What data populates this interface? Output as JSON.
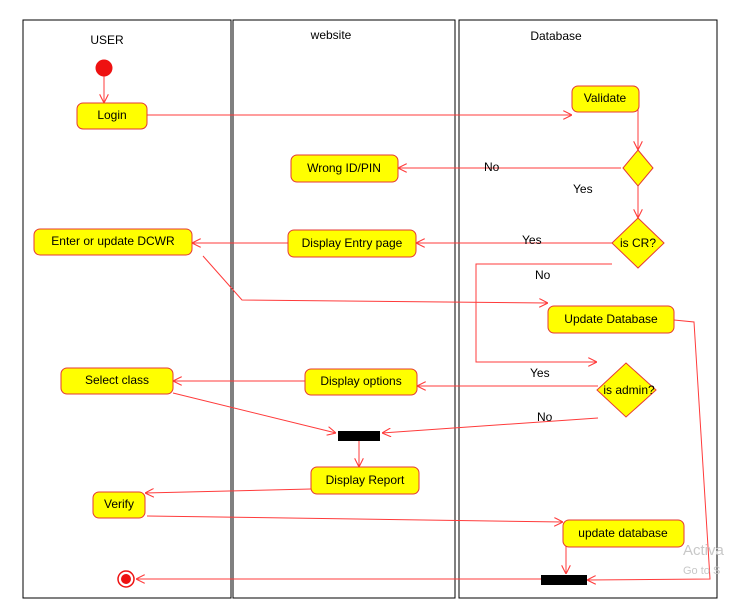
{
  "colors": {
    "node_fill": "#ffff00",
    "node_border": "#e53935",
    "edge": "#ff3b3b",
    "initial_node": "#ee1111",
    "bar": "#000000",
    "lane_border": "#000000"
  },
  "lanes": {
    "user": "USER",
    "website": "website",
    "database": "Database"
  },
  "nodes": {
    "login": "Login",
    "validate": "Validate",
    "wrong_id": "Wrong ID/PIN",
    "is_cr": "is CR?",
    "display_entry": "Display Entry page",
    "enter_dcwr": "Enter or update DCWR",
    "update_db": "Update Database",
    "is_admin": "is admin?",
    "display_options": "Display options",
    "select_class": "Select class",
    "display_report": "Display Report",
    "verify": "Verify",
    "update_db2": "update database"
  },
  "edge_labels": {
    "no_wrong": "No",
    "yes_valid": "Yes",
    "yes_cr": "Yes",
    "no_cr": "No",
    "yes_admin": "Yes",
    "no_admin": "No"
  },
  "watermark": {
    "line1": "Activa",
    "line2": "Go to S"
  }
}
